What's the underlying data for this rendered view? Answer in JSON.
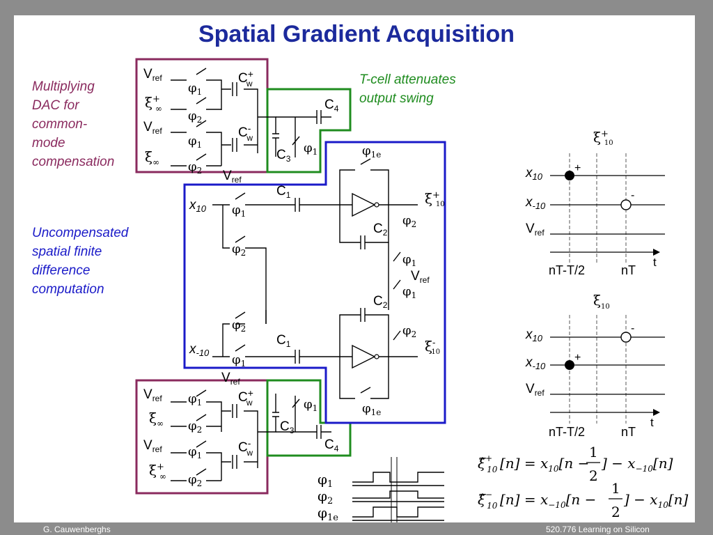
{
  "title": "Spatial Gradient Acquisition",
  "notes": {
    "mdac": "Multiplying\nDAC for\ncommon-\nmode\ncompensation",
    "tcell": "T-cell attenuates\noutput swing",
    "uncomp": "Uncompensated\nspatial finite\ndifference\ncomputation"
  },
  "labels": {
    "vref": "V",
    "ref_sub": "ref",
    "cw": "C",
    "w_sub": "w",
    "plus": "+",
    "minus": "-",
    "c1": "C",
    "one": "1",
    "c2": "C",
    "two": "2",
    "c3": "C",
    "three": "3",
    "c4": "C",
    "four": "4",
    "phi": "φ",
    "p1": "1",
    "p2": "2",
    "p1e": "1e",
    "xi": "ξ",
    "xi_sub_inf": "∞",
    "xi_sub_10": "10",
    "x": "x",
    "x10_sub": "10",
    "xm10_sub": "-10",
    "t": "t",
    "nT_half": "nT-T/2",
    "nT": "nT"
  },
  "equations": {
    "eq1_lhs": "ξ̂",
    "eq1_sup": "+",
    "eq1_sub": "10",
    "eq1_body1": "[n] = x",
    "eq1_body1_sub": "10",
    "eq1_body2": "[n −",
    "eq1_num": "1",
    "eq1_den": "2",
    "eq1_body3": "] − x",
    "eq1_body3_sub": "−10",
    "eq1_body4": "[n]",
    "eq2_lhs": "ξ̂",
    "eq2_sup": "−",
    "eq2_sub": "10",
    "eq2_body1": "[n] = x",
    "eq2_body1_sub": "−10",
    "eq2_body2": "[n −",
    "eq2_num": "1",
    "eq2_den": "2",
    "eq2_body3": "] − x",
    "eq2_body3_sub": "10",
    "eq2_body4": "[n]"
  },
  "footer": {
    "left": "G. Cauwenberghs",
    "right": "520.776 Learning on Silicon"
  },
  "colors": {
    "title": "#1c2a9c",
    "mdac": "#8a2a5e",
    "tcell": "#1f8c1f",
    "uncomp": "#1a1ac8",
    "frame": "#8c8c8c"
  }
}
